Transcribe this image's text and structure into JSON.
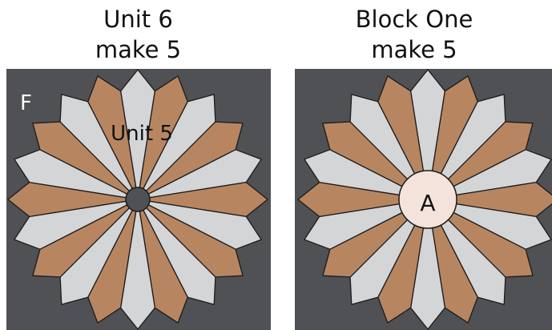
{
  "panels": [
    {
      "caption_line1": "Unit 6",
      "caption_line2": "make 5",
      "corner_label": "F",
      "center_label": "Unit 5",
      "center_style": "small-dark"
    },
    {
      "caption_line1": "Block One",
      "caption_line2": "make 5",
      "center_label": "A",
      "center_style": "large-light"
    }
  ],
  "colors": {
    "background_square": "#505154",
    "blade_tan": "#B78661",
    "blade_gray": "#D4D5D7",
    "center_dark": "#505154",
    "center_light": "#F3E3DA",
    "outline": "#1b1b1b",
    "label_light": "#ffffff"
  },
  "blade_count": 20
}
